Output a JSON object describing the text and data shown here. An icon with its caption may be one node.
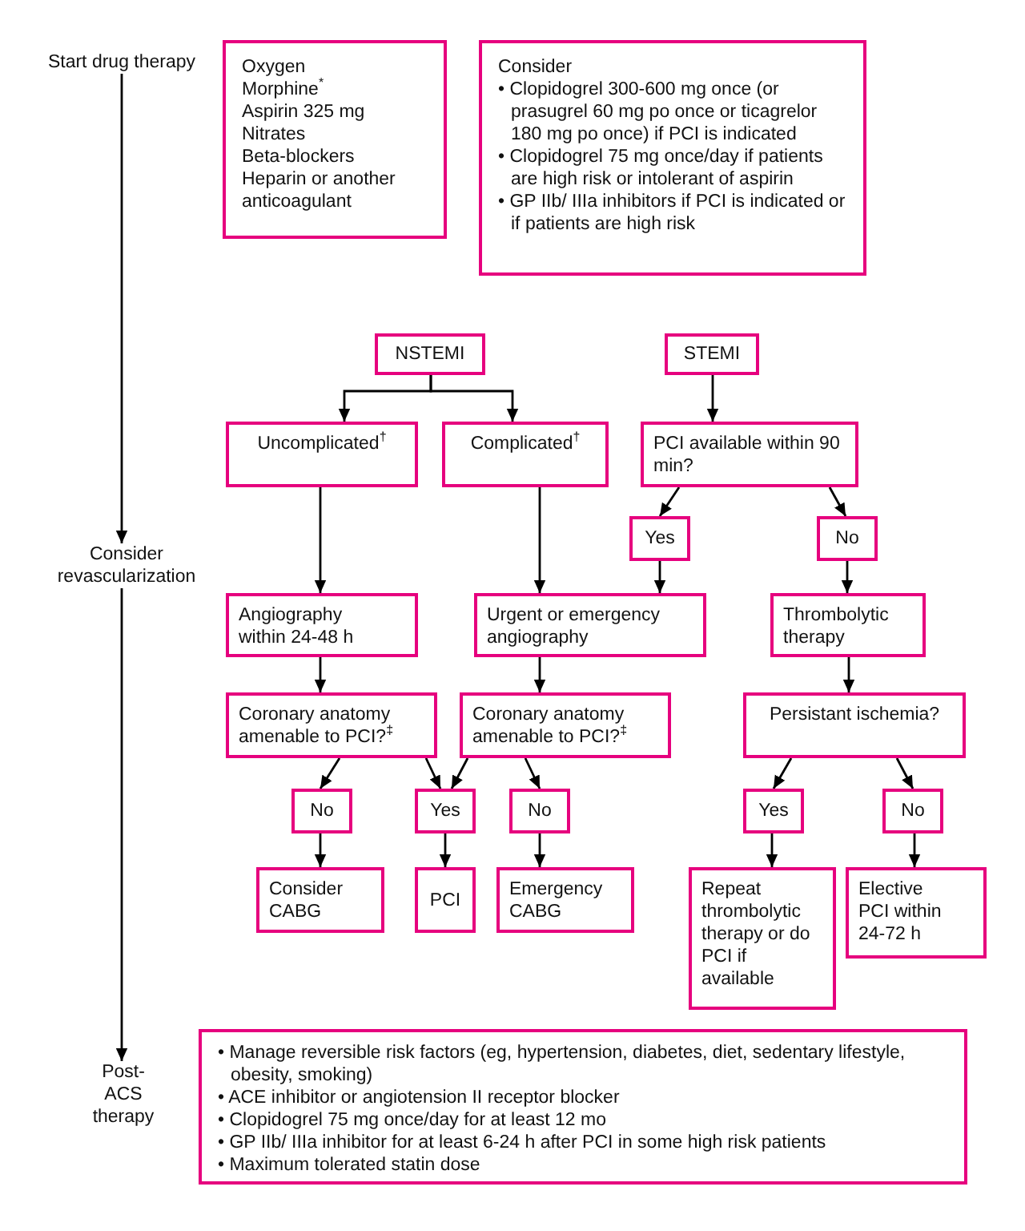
{
  "diagram": {
    "nodes": [
      {
        "text": [
          "Start drug therapy"
        ]
      },
      {
        "text": [
          "Oxygen",
          "Morphine$^{*}$",
          "Aspirin 325 mg",
          "Nitrates",
          "Beta-blockers",
          "Heparin or another anticoagulant"
        ]
      },
      {
        "text": [
          "Consider",
          "• Clopidogrel 300-600 mg once (or prasugrel 60 mg po once or ticagrelor 180 mg po once) if PCI is indicated",
          "• Clopidogrel 75 mg once/day if patients are high risk or intolerant of aspirin",
          "• GP IIb/ IIIa inhibitors if PCI is indicated or if patients are high risk"
        ]
      },
      {
        "text": [
          "NSTEMI"
        ]
      },
      {
        "text": [
          "STEMI"
        ]
      },
      {
        "text": [
          "Uncomplicated$^{†}$"
        ]
      },
      {
        "text": [
          "Complicated$^{†}$"
        ]
      },
      {
        "text": [
          "PCI available within 90 min?"
        ]
      },
      {
        "text": [
          "Yes"
        ]
      },
      {
        "text": [
          "No"
        ]
      },
      {
        "text": [
          "Consider revascularization"
        ]
      },
      {
        "text": [
          "Angiography within 24-48 h"
        ]
      },
      {
        "text": [
          "Urgent or emergency angiography"
        ]
      },
      {
        "text": [
          "Thrombolytic therapy"
        ]
      },
      {
        "text": [
          "Coronary anatomy amenable to PCI?$^{‡}$"
        ]
      },
      {
        "text": [
          "Coronary anatomy amenable to PCI?$^{‡}$"
        ]
      },
      {
        "text": [
          "Persistant ischemia?"
        ]
      },
      {
        "text": [
          "No"
        ]
      },
      {
        "text": [
          "Yes"
        ]
      },
      {
        "text": [
          "No"
        ]
      },
      {
        "text": [
          "Yes"
        ]
      },
      {
        "text": [
          "No"
        ]
      },
      {
        "text": [
          "Consider CABG"
        ]
      },
      {
        "text": [
          "PCI"
        ]
      },
      {
        "text": [
          "Emergency CABG"
        ]
      },
      {
        "text": [
          "Repeat thrombolytic therapy or do PCI if available"
        ]
      },
      {
        "text": [
          "Elective PCI within 24-72 h"
        ]
      },
      {
        "text": [
          "Post-ACS therapy"
        ]
      },
      {
        "text": [
          "• Manage reversible risk factors (eg, hypertension, diabetes, diet, sedentary lifestyle, obesity, smoking)",
          "• ACE inhibitor or angiotension II receptor blocker",
          "• Clopidogrel 75 mg once/day for at least 12 mo",
          "• GP IIb/ IIIa inhibitor for at least 6-24 h after PCI in some high risk patients",
          "• Maximum tolerated statin dose"
        ]
      }
    ],
    "edges": [
      {
        "from": 0,
        "to": 10,
        "arrow": "to"
      },
      {
        "from": 10,
        "to": 27,
        "arrow": "to"
      },
      {
        "from": 3,
        "to": 5,
        "arrow": "to"
      },
      {
        "from": 3,
        "to": 6,
        "arrow": "to"
      },
      {
        "from": 4,
        "to": 7,
        "arrow": "to"
      },
      {
        "from": 7,
        "to": 8,
        "arrow": "to"
      },
      {
        "from": 7,
        "to": 9,
        "arrow": "to"
      },
      {
        "from": 5,
        "to": 11,
        "arrow": "to"
      },
      {
        "from": 6,
        "to": 12,
        "arrow": "to"
      },
      {
        "from": 8,
        "to": 12,
        "arrow": "to"
      },
      {
        "from": 9,
        "to": 13,
        "arrow": "to"
      },
      {
        "from": 11,
        "to": 14,
        "arrow": "to"
      },
      {
        "from": 12,
        "to": 15,
        "arrow": "to"
      },
      {
        "from": 13,
        "to": 16,
        "arrow": "to"
      },
      {
        "from": 14,
        "to": 17,
        "arrow": "to"
      },
      {
        "from": 14,
        "to": 18,
        "arrow": "to"
      },
      {
        "from": 15,
        "to": 18,
        "arrow": "to"
      },
      {
        "from": 15,
        "to": 19,
        "arrow": "to"
      },
      {
        "from": 16,
        "to": 20,
        "arrow": "to"
      },
      {
        "from": 16,
        "to": 21,
        "arrow": "to"
      },
      {
        "from": 17,
        "to": 22,
        "arrow": "to"
      },
      {
        "from": 18,
        "to": 23,
        "arrow": "to"
      },
      {
        "from": 19,
        "to": 24,
        "arrow": "to"
      },
      {
        "from": 20,
        "to": 25,
        "arrow": "to"
      },
      {
        "from": 21,
        "to": 26,
        "arrow": "to"
      }
    ]
  }
}
